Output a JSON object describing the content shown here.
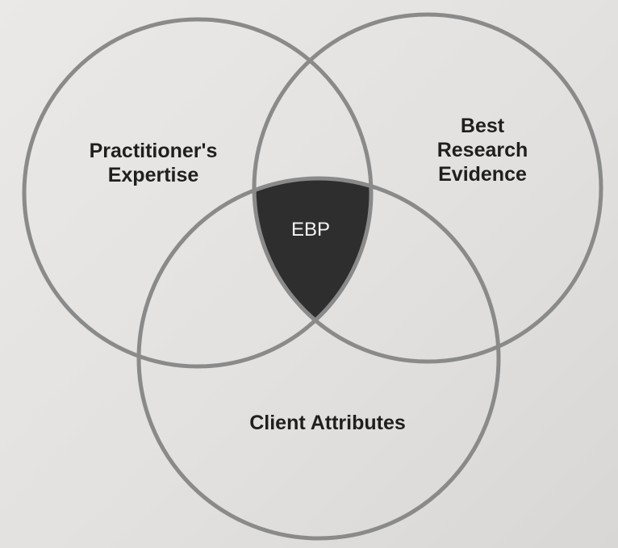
{
  "diagram": {
    "circles": [
      {
        "id": "practitioner",
        "lines": [
          "Practitioner's",
          "Expertise"
        ]
      },
      {
        "id": "research",
        "lines": [
          "Best",
          "Research",
          "Evidence"
        ]
      },
      {
        "id": "client",
        "lines": [
          "Client Attributes"
        ]
      }
    ],
    "intersection": {
      "label": "EBP",
      "fill": "#2e2e2e"
    },
    "colors": {
      "circle_stroke": "#8a8a8a",
      "background": "#e6e4e2",
      "label": "#1f1f1f",
      "intersection_text": "#f4f4f4"
    }
  }
}
